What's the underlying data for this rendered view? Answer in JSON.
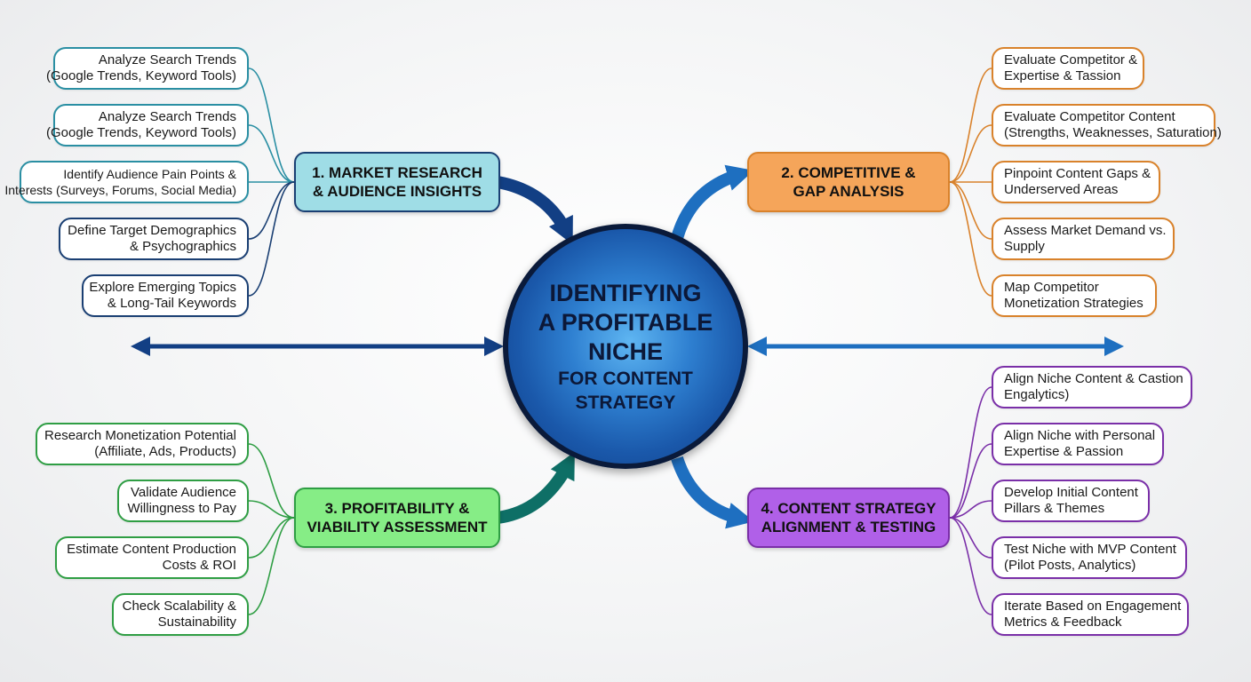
{
  "colors": {
    "branch1": "#2a8fa3",
    "branch1_hub_fill": "#9fdde6",
    "branch1_dark": "#1a3f73",
    "branch2": "#d9822b",
    "branch2_hub_fill": "#f5a55a",
    "branch3": "#2f9e44",
    "branch3_hub_fill": "#86ed86",
    "branch4": "#7a2fa8",
    "branch4_hub_fill": "#b060e8",
    "arrow_blue": "#1e6fc0",
    "arrow_navy": "#123f84",
    "arrow_teal": "#0e6f66",
    "center_fill": "#2e7fd0"
  },
  "center": {
    "lines": [
      "IDENTIFYING",
      "A PROFITABLE",
      "NICHE",
      "FOR CONTENT",
      "STRATEGY"
    ]
  },
  "branches": [
    {
      "title_lines": [
        "1. MARKET RESEARCH",
        "& AUDIENCE INSIGHTS"
      ],
      "items": [
        {
          "lines": [
            "Analyze Search Trends",
            "(Google Trends, Keyword Tools)"
          ]
        },
        {
          "lines": [
            "Analyze Search Trends",
            "(Google Trends, Keyword Tools)"
          ]
        },
        {
          "lines": [
            "Identify Audience Pain Points &",
            "Interests (Surveys, Forums, Social Media)"
          ]
        },
        {
          "lines": [
            "Define Target Demographics",
            "& Psychographics"
          ]
        },
        {
          "lines": [
            "Explore Emerging Topics",
            "& Long-Tail Keywords"
          ]
        }
      ]
    },
    {
      "title_lines": [
        "2. COMPETITIVE &",
        "GAP ANALYSIS"
      ],
      "items": [
        {
          "lines": [
            "Evaluate Competitor &",
            "Expertise & Tassion"
          ]
        },
        {
          "lines": [
            "Evaluate Competitor Content",
            "(Strengths, Weaknesses, Saturation)"
          ]
        },
        {
          "lines": [
            "Pinpoint Content Gaps &",
            "Underserved Areas"
          ]
        },
        {
          "lines": [
            "Assess Market Demand vs.",
            "Supply"
          ]
        },
        {
          "lines": [
            "Map Competitor",
            "Monetization Strategies"
          ]
        }
      ]
    },
    {
      "title_lines": [
        "3. PROFITABILITY &",
        "VIABILITY ASSESSMENT"
      ],
      "items": [
        {
          "lines": [
            "Research Monetization Potential",
            "(Affiliate, Ads, Products)"
          ]
        },
        {
          "lines": [
            "Validate Audience",
            "Willingness to Pay"
          ]
        },
        {
          "lines": [
            "Estimate Content Production",
            "Costs & ROI"
          ]
        },
        {
          "lines": [
            "Check Scalability &",
            "Sustainability"
          ]
        }
      ]
    },
    {
      "title_lines": [
        "4. CONTENT STRATEGY",
        "ALIGNMENT & TESTING"
      ],
      "items": [
        {
          "lines": [
            "Align Niche Content & Castion",
            "Engalytics)"
          ]
        },
        {
          "lines": [
            "Align Niche with Personal",
            "Expertise & Passion"
          ]
        },
        {
          "lines": [
            "Develop Initial Content",
            "Pillars & Themes"
          ]
        },
        {
          "lines": [
            "Test Niche with MVP Content",
            "(Pilot Posts, Analytics)"
          ]
        },
        {
          "lines": [
            "Iterate Based on Engagement",
            "Metrics & Feedback"
          ]
        }
      ]
    }
  ]
}
